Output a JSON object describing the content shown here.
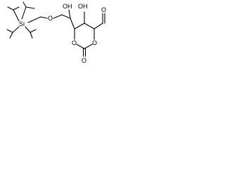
{
  "labels": {
    "oh_chain": "OH",
    "oh_ring": "OH",
    "ether_o": "O",
    "si": "Si",
    "ring_o_left": "O",
    "ring_o_right": "O",
    "carbonyl_o": "O",
    "aldehyde_o": "O"
  },
  "colors": {
    "ink": "#000000",
    "background": "#ffffff"
  }
}
